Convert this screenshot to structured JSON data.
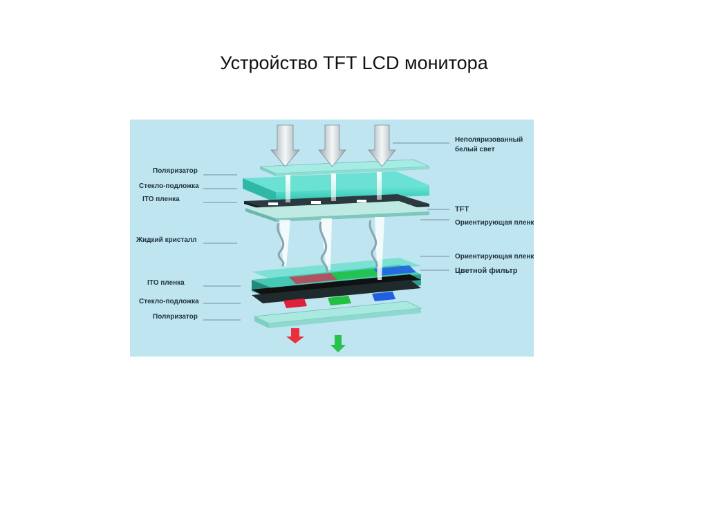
{
  "slide": {
    "title": "Устройство TFT LCD монитора"
  },
  "diagram": {
    "background_color": "#bfe5f1",
    "layer_color": "#39d3bf",
    "labels_left": [
      "Поляризатор",
      "Стекло-подложка",
      "ITO пленка",
      "Жидкий кристалл",
      "ITO пленка",
      "Стекло-подложка",
      "Поляризатор"
    ],
    "labels_right": {
      "unpolarized_line1": "Неполяризованный",
      "unpolarized_line2": "белый свет",
      "tft": "TFT",
      "alignment_top": "Ориентирующая пленка",
      "alignment_bottom": "Ориентирующая пленка",
      "color_filter": "Цветной фильтр"
    },
    "filter_colors": [
      "#e0203a",
      "#20c040",
      "#2060e0"
    ]
  }
}
